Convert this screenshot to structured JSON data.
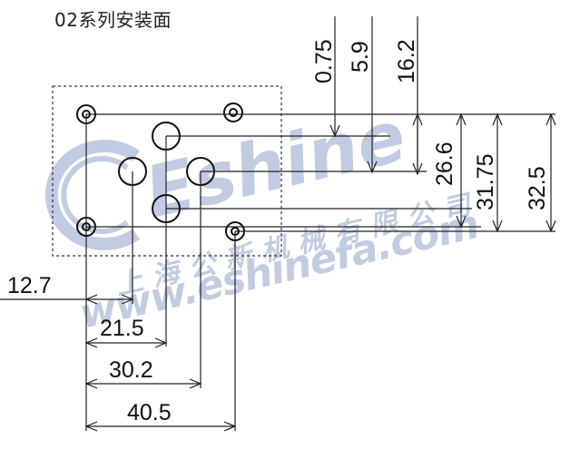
{
  "title": "02系列安装面",
  "watermark": {
    "brand": "Eshine",
    "company": "上海公新机械有限公司",
    "url": "www.eshinefa.com",
    "color": "#8fa3cc"
  },
  "dimensions": {
    "top": [
      "0.75",
      "5.9",
      "16.2"
    ],
    "right": [
      "26.6",
      "31.75",
      "32.5"
    ],
    "bottom": [
      "12.7",
      "21.5",
      "30.2",
      "40.5"
    ]
  }
}
